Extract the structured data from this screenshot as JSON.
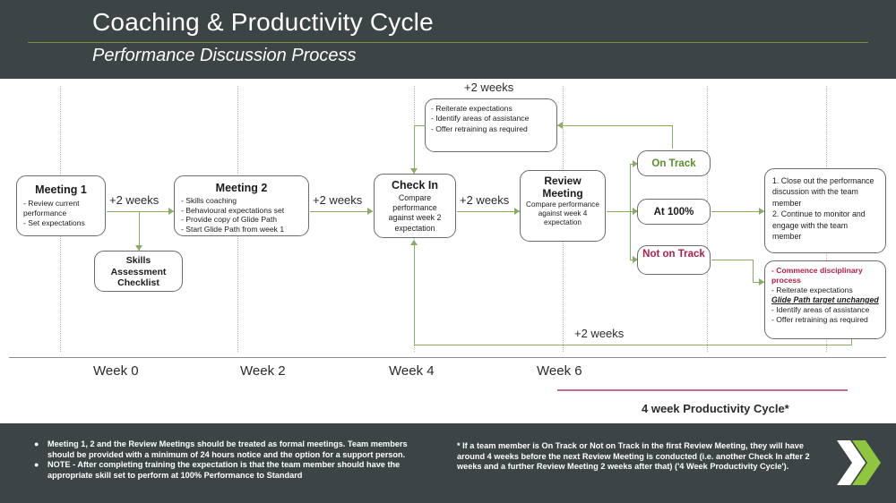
{
  "header": {
    "title": "Coaching & Productivity Cycle",
    "subtitle": "Performance Discussion Process",
    "bg": "#3d4446",
    "rule_color": "#7f8c3f"
  },
  "colors": {
    "connector_green": "#8aab66",
    "on_track_green": "#5b8f2a",
    "not_on_track_crimson": "#b01e47",
    "cycle_bar_pink": "#c1718f",
    "timeline_gray": "#8b8b90",
    "box_border": "#6b6b6b"
  },
  "flow": {
    "meeting1": {
      "title": "Meeting 1",
      "bullets": [
        "- Review current performance",
        "- Set expectations"
      ]
    },
    "meeting2": {
      "title": "Meeting 2",
      "bullets": [
        "- Skills coaching",
        "- Behavioural expectations set",
        "- Provide copy of Glide Path",
        "- Start Glide Path from week 1"
      ]
    },
    "skills_checklist": {
      "lines": [
        "Skills",
        "Assessment",
        "Checklist"
      ]
    },
    "check_in": {
      "title": "Check In",
      "body": "Compare performance against week 2 expectation"
    },
    "review_meeting": {
      "title_lines": [
        "Review",
        "Meeting"
      ],
      "body": "Compare performance against week 4 expectation"
    },
    "retrain_callout": {
      "bullets": [
        "- Reiterate expectations",
        "- Identify areas of assistance",
        "- Offer retraining as required"
      ],
      "label": "+2 weeks"
    },
    "outcomes": [
      {
        "label": "On Track",
        "style": "green"
      },
      {
        "label": "At 100%",
        "style": "black"
      },
      {
        "label": "Not on Track",
        "style": "crimson"
      }
    ],
    "close_out": {
      "lines": [
        "1. Close out the performance discussion with the team member",
        "2. Continue to monitor and engage with the team member"
      ]
    },
    "disciplinary": {
      "head": "- Commence disciplinary process",
      "line2": "- Reiterate expectations",
      "emphasis": "Glide Path target unchanged",
      "line4": "- Identify areas of assistance",
      "line5": "- Offer retraining as required"
    },
    "step_labels": {
      "m1_m2": "+2 weeks",
      "m2_ci": "+2 weeks",
      "ci_rm": "+2 weeks",
      "return_bottom": "+2 weeks"
    }
  },
  "timeline": {
    "weeks": [
      "Week 0",
      "Week 2",
      "Week 4",
      "Week 6"
    ],
    "cycle_label": "4 week Productivity Cycle*"
  },
  "footer": {
    "left_bullets": [
      "Meeting 1, 2 and the Review Meetings should be treated as formal meetings. Team members should be provided with a minimum of 24 hours notice and the option for a support person.",
      "NOTE - After completing training the expectation is that the team member should have the appropriate skill set to perform at 100% Performance to Standard"
    ],
    "right_note": "* If a team member is On Track or Not on Track in the first Review Meeting, they will have around 4 weeks before the next Review Meeting is conducted (i.e. another Check In after 2 weeks and a further Review Meeting 2 weeks after that) ('4 Week Productivity Cycle').",
    "bullet_glyph": "●"
  },
  "logo": {
    "name": "double-chevron-logo",
    "white": "#ffffff",
    "green": "#8ec63f"
  }
}
